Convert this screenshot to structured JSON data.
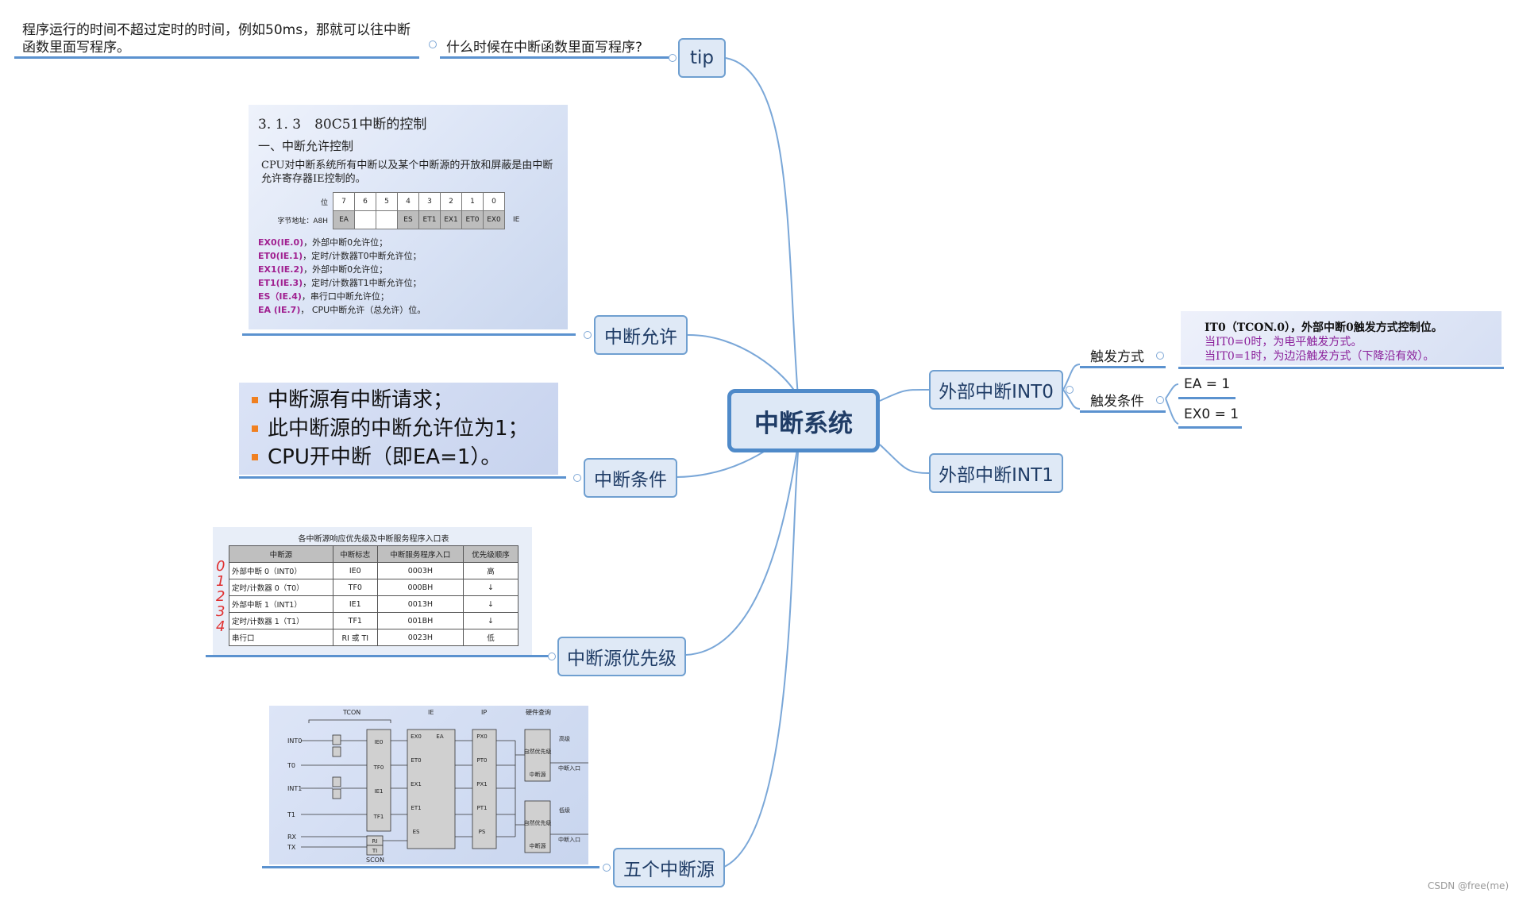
{
  "root": "中断系统",
  "branches": {
    "tip": "tip",
    "allow": "中断允许",
    "condition": "中断条件",
    "priority": "中断源优先级",
    "five": "五个中断源",
    "int0": "外部中断INT0",
    "int1": "外部中断INT1"
  },
  "tip": {
    "question": "什么时候在中断函数里面写程序?",
    "answer_line1": "程序运行的时间不超过定时的时间，例如50ms，那就可以往中断",
    "answer_line2": "函数里面写程序。"
  },
  "int0": {
    "trigger_mode": "触发方式",
    "trigger_condition": "触发条件",
    "trigger_text": [
      "IT0（TCON.0），外部中断0触发方式控制位。",
      "当IT0=0时，为电平触发方式。",
      "当IT0=1时，为边沿触发方式（下降沿有效）。"
    ],
    "cond1": "EA = 1",
    "cond2": "EX0 = 1"
  },
  "slide_allow": {
    "heading": "3. 1. 3　80C51中断的控制",
    "sub": "一、中断允许控制",
    "desc": "CPU对中断系统所有中断以及某个中断源的开放和屏蔽是由中断允许寄存器IE控制的。",
    "row1_label": "位",
    "bits": [
      "7",
      "6",
      "5",
      "4",
      "3",
      "2",
      "1",
      "0"
    ],
    "row2_label": "字节地址：A8H",
    "cells": [
      "EA",
      "",
      "",
      "ES",
      "ET1",
      "EX1",
      "ET0",
      "EX0"
    ],
    "reg": "IE",
    "items": [
      {
        "k": "EX0(IE.0)",
        "v": "，外部中断0允许位；"
      },
      {
        "k": "ET0(IE.1)",
        "v": "，定时/计数器T0中断允许位；"
      },
      {
        "k": "EX1(IE.2)",
        "v": "，外部中断0允许位；"
      },
      {
        "k": "ET1(IE.3)",
        "v": "，定时/计数器T1中断允许位；"
      },
      {
        "k": "ES（IE.4)",
        "v": "，串行口中断允许位；"
      },
      {
        "k": "EA (IE.7)",
        "v": "， CPU中断允许（总允许）位。"
      }
    ]
  },
  "slide_condition": [
    "中断源有中断请求；",
    "此中断源的中断允许位为1；",
    "CPU开中断（即EA=1）。"
  ],
  "slide_priority": {
    "caption": "各中断源响应优先级及中断服务程序入口表",
    "headers": [
      "中断源",
      "中断标志",
      "中断服务程序入口",
      "优先级顺序"
    ],
    "rows": [
      [
        "外部中断 0（INT0）",
        "IE0",
        "0003H",
        "高"
      ],
      [
        "定时/计数器 0（T0）",
        "TF0",
        "000BH",
        "↓"
      ],
      [
        "外部中断 1（INT1）",
        "IE1",
        "0013H",
        "↓"
      ],
      [
        "定时/计数器 1（T1）",
        "TF1",
        "001BH",
        "↓"
      ],
      [
        "串行口",
        "RI 或 TI",
        "0023H",
        "低"
      ]
    ],
    "handwritten": [
      "0",
      "1",
      "2",
      "3",
      "4"
    ]
  },
  "slide_five": {
    "tcon": "TCON",
    "ie": "IE",
    "ip": "IP",
    "hw": "硬件查询",
    "scon": "SCON",
    "inputs": [
      "INT0",
      "T0",
      "INT1",
      "T1",
      "RX",
      "TX"
    ],
    "flags": [
      "IE0",
      "TF0",
      "IE1",
      "TF1"
    ],
    "ser_flags": [
      "RI",
      "TI"
    ],
    "ie_bits": [
      "EX0",
      "ET0",
      "EX1",
      "ET1",
      "ES"
    ],
    "ea": "EA",
    "ip_bits": [
      "PX0",
      "PT0",
      "PX1",
      "PT1",
      "PS"
    ],
    "hi": "高级",
    "lo": "低级",
    "entry": "中断入口",
    "auto": "自然优先级",
    "src": "中断源"
  },
  "watermark": "CSDN @free(me)",
  "colors": {
    "line": "#5b92cf",
    "node_fill": "#dfe9f6",
    "node_border": "#6f9fd0",
    "purple": "#8a1f9a",
    "orange": "#f08020"
  }
}
